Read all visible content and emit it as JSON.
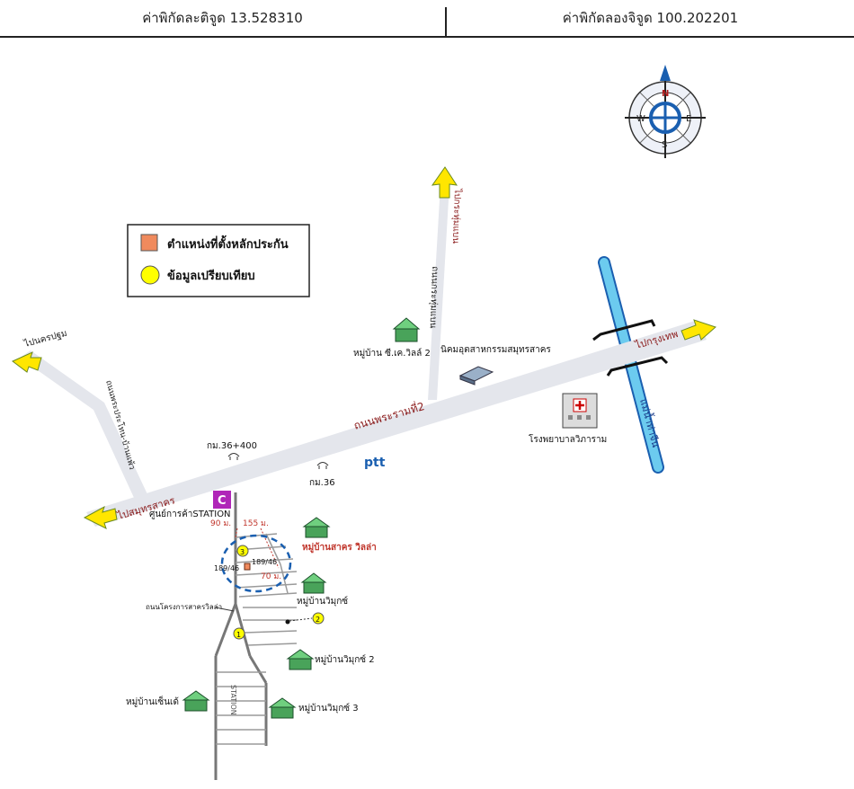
{
  "header": {
    "latitude_text": "ค่าพิกัดละติจูด 13.528310",
    "longitude_text": "ค่าพิกัดลองจิจูด 100.202201"
  },
  "compass": {
    "n": "N",
    "s": "S",
    "e": "E",
    "w": "W"
  },
  "legend": {
    "collateral_label": "ตำแหน่งที่ตั้งหลักประกัน",
    "comparison_label": "ข้อมูลเปรียบเทียบ",
    "collateral_color": "#f08a5d",
    "comparison_color": "#ffff00"
  },
  "roads": {
    "rama2": "ถนนพระรามที่2",
    "to_bangkok": "ไปกรุงเทพ",
    "to_samut_sakhon": "ไปสมุทรสาคร",
    "to_nakhon_pathom": "ไปนครปฐม",
    "krathum_baen_road": "ถนนกระทุ่มแบน",
    "to_krathum_baen": "ไปกระทุ่มแบน",
    "road_left": "ถนนพระประโทน-บ้านแพ้ว",
    "soi_label": "ถนนโครงการสาครวิลล่า",
    "river": "แม่น้ำท่าจีน"
  },
  "places": {
    "ck_ville": "หมู่บ้าน ซี.เค.วิลล์ 2",
    "industrial": "นิคมอุตสาหกรรมสมุทรสาคร",
    "hospital": "โรงพยาบาลวิภาราม",
    "km36_400": "กม.36+400",
    "km36": "กม.36",
    "ptt": "ptt",
    "station": "ศูนย์การค้าSTATION",
    "sakhon_villa": "หมู่บ้านสาคร วิลล่า",
    "village_vimuk": "หมู่บ้านวิมุกซ์",
    "village_vimuk2": "หมู่บ้านวิมุกซ์ 2",
    "village_vimuk3": "หมู่บ้านวิมุกซ์ 3",
    "village_chenda": "หมู่บ้านเซ็นเด้"
  },
  "measures": {
    "m90": "90 ม.",
    "m155": "155 ม.",
    "m70": "70 ม.",
    "lot1": "189/46",
    "lot2": "189/46"
  },
  "markers": {
    "m1": "1",
    "m2": "2",
    "m3": "3"
  }
}
